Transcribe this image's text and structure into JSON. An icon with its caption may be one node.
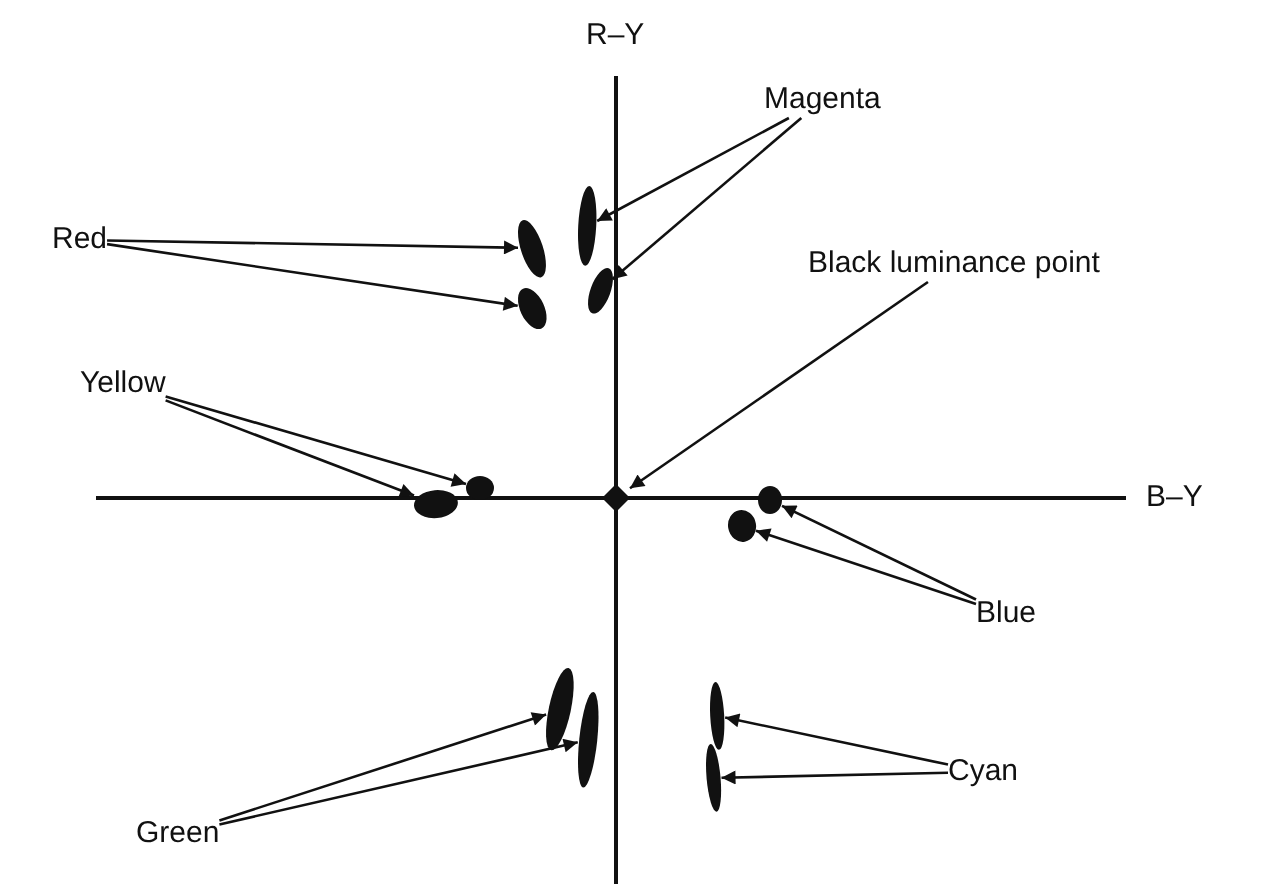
{
  "diagram": {
    "nodes": [
      {
        "text": [
          "Magenta"
        ]
      },
      {
        "text": [
          "Red"
        ]
      },
      {
        "text": [
          "Black luminance point"
        ]
      },
      {
        "text": [
          "Yellow"
        ]
      },
      {
        "text": [
          "Blue"
        ]
      },
      {
        "text": [
          "Green"
        ]
      },
      {
        "text": [
          "Cyan"
        ]
      },
      {
        "text": [],
        "shape": "ellipse"
      },
      {
        "text": [],
        "shape": "ellipse"
      },
      {
        "text": [],
        "shape": "ellipse"
      },
      {
        "text": [],
        "shape": "ellipse"
      },
      {
        "text": [],
        "shape": "diamond"
      },
      {
        "text": [],
        "shape": "ellipse"
      },
      {
        "text": [],
        "shape": "ellipse"
      },
      {
        "text": [],
        "shape": "ellipse"
      },
      {
        "text": [],
        "shape": "ellipse"
      },
      {
        "text": [],
        "shape": "ellipse"
      },
      {
        "text": [],
        "shape": "ellipse"
      },
      {
        "text": [],
        "shape": "ellipse"
      },
      {
        "text": [],
        "shape": "ellipse"
      }
    ],
    "edges": [
      {
        "from": 0,
        "to": 9,
        "arrow": "to"
      },
      {
        "from": 0,
        "to": 10,
        "arrow": "to"
      },
      {
        "from": 1,
        "to": 7,
        "arrow": "to"
      },
      {
        "from": 1,
        "to": 8,
        "arrow": "to"
      },
      {
        "from": 2,
        "to": 11,
        "arrow": "to"
      },
      {
        "from": 3,
        "to": 13,
        "arrow": "to"
      },
      {
        "from": 3,
        "to": 12,
        "arrow": "to"
      },
      {
        "from": 4,
        "to": 14,
        "arrow": "to"
      },
      {
        "from": 4,
        "to": 15,
        "arrow": "to"
      },
      {
        "from": 5,
        "to": 16,
        "arrow": "to"
      },
      {
        "from": 5,
        "to": 17,
        "arrow": "to"
      },
      {
        "from": 6,
        "to": 18,
        "arrow": "to"
      },
      {
        "from": 6,
        "to": 19,
        "arrow": "to"
      }
    ],
    "labels": [
      "R–Y",
      "B–Y"
    ]
  }
}
